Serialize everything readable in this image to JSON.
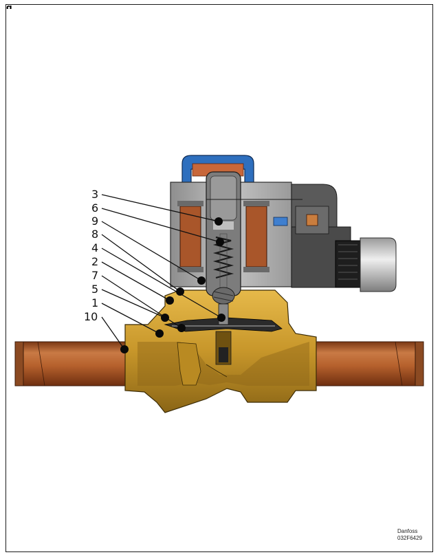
{
  "figure": {
    "heading_fragment": "g",
    "callouts": [
      "3",
      "6",
      "9",
      "8",
      "4",
      "2",
      "7",
      "5",
      "1",
      "10"
    ],
    "credit": {
      "brand": "Danfoss",
      "code": "032F6429"
    }
  },
  "colors": {
    "brass": "#c7962a",
    "copper": "#b5602c",
    "coil": "#a9562a",
    "blue_cap": "#2e6fbe",
    "housing_grey": "#b3b3b3",
    "dark_grey": "#4a4a4a",
    "connector_black": "#1e1e1e"
  }
}
